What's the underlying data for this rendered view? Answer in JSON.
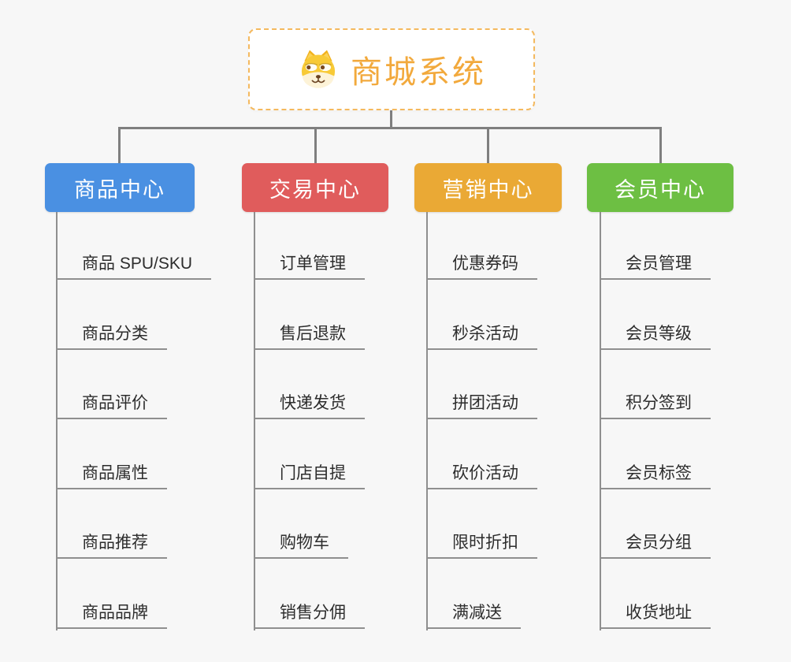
{
  "diagram": {
    "type": "mindmap-tree",
    "background_color": "#f7f7f7",
    "connector_color": "#7f7f7f",
    "child_line_color": "#8f8f8f"
  },
  "root": {
    "label": "商城系统",
    "icon": "dog-face-icon",
    "text_color": "#f2a93c",
    "border_color": "#f4b95e",
    "background_color": "#ffffff"
  },
  "branches": [
    {
      "label": "商品中心",
      "color": "#4a90e2",
      "children": [
        "商品 SPU/SKU",
        "商品分类",
        "商品评价",
        "商品属性",
        "商品推荐",
        "商品品牌"
      ]
    },
    {
      "label": "交易中心",
      "color": "#e05c5c",
      "children": [
        "订单管理",
        "售后退款",
        "快递发货",
        "门店自提",
        "购物车",
        "销售分佣"
      ]
    },
    {
      "label": "营销中心",
      "color": "#eaa935",
      "children": [
        "优惠券码",
        "秒杀活动",
        "拼团活动",
        "砍价活动",
        "限时折扣",
        "满减送"
      ]
    },
    {
      "label": "会员中心",
      "color": "#6dbf43",
      "children": [
        "会员管理",
        "会员等级",
        "积分签到",
        "会员标签",
        "会员分组",
        "收货地址"
      ]
    }
  ]
}
